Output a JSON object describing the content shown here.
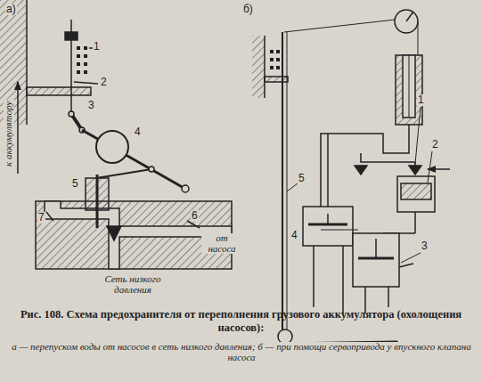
{
  "diagram": {
    "caption": "Рис. 108. Схема предохранителя от переполнения грузового аккумулятора (охолощения насосов):",
    "labels": [
      "а)",
      "1",
      "2",
      "3",
      "4",
      "5",
      "6",
      "7",
      "к аккумулятору",
      "от насоса",
      "Сеть низкого давления",
      "б)",
      "1",
      "2",
      "3",
      "4",
      "5",
      "а — перепуском воды от насосов в сеть низкого давления; б — при помощи сервопривода у впускного клапана насоса"
    ]
  }
}
